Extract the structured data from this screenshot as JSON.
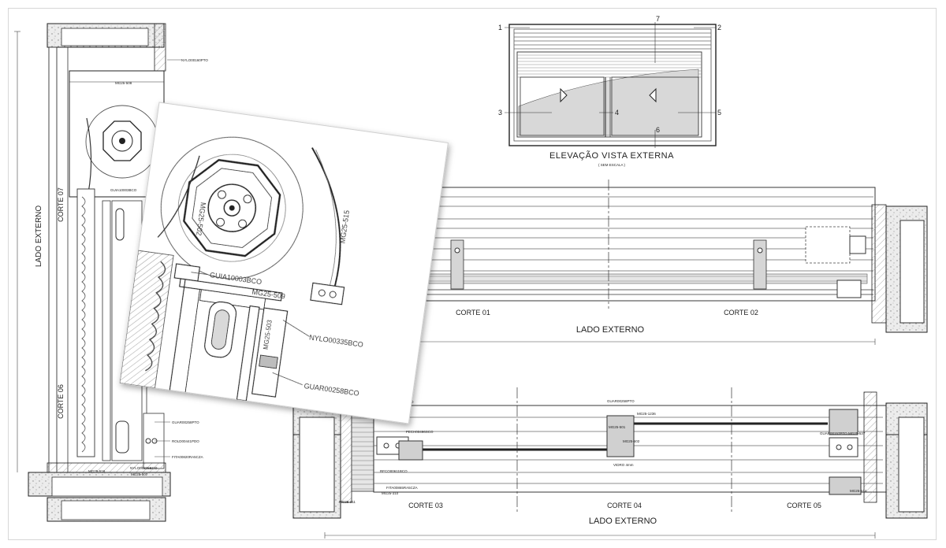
{
  "elevation": {
    "title": "ELEVAÇÃO VISTA EXTERNA",
    "scale": "( SEM ESCALA )",
    "callouts": [
      "1",
      "2",
      "3",
      "4",
      "5",
      "6",
      "7"
    ]
  },
  "left_section": {
    "side_label": "LADO EXTERNO",
    "corte_top": "CORTE 07",
    "corte_bottom": "CORTE 06",
    "labels": {
      "nylo_top": "NYLO00160PTO",
      "mg_508": "MG25-508",
      "guia": "GUIA10003BCO",
      "guar_pto": "GUAR00258PTO",
      "rold": "ROLD00441PDO",
      "fita": "FITA00820RA5CZA",
      "nylo_bot": "NYLO00335BCO",
      "mg_516": "MG25-516",
      "mg_507": "MG25-507"
    }
  },
  "detail_inset": {
    "labels": {
      "mg25_515": "MG25-515",
      "mg25_502": "MG25-502",
      "guia": "GUIA10003BCO",
      "mg25_509": "MG25-509",
      "nylo": "NYLO00335BCO",
      "mg25_503": "MG25-503",
      "guar": "GUAR00258BCO"
    }
  },
  "upper_plan": {
    "corte_left": "CORTE 01",
    "corte_right": "CORTE 02",
    "side_label": "LADO EXTERNO"
  },
  "lower_plan": {
    "corte_a": "CORTE 03",
    "corte_b": "CORTE 04",
    "corte_c": "CORTE 05",
    "side_label": "LADO EXTERNO",
    "labels": {
      "ra347": "RA-347",
      "nylo_ws": "NYLO00414SCO",
      "fech": "FECH00496SCO",
      "rfco": "RFCO00611BCO",
      "fita": "FITA00865RA5CZA",
      "mg_311": "MG25-311",
      "mg_310": "MG25-310",
      "guar_top": "GUAR00258PTO",
      "mg_1236": "MG25-1236",
      "mg_501": "MG25-501",
      "mg_502": "MG25-502",
      "vidro": "VIDRO 4mm",
      "guar_mid": "GUAR00157PTO",
      "mg_537": "MG25-537",
      "mg_514": "MG25-514"
    }
  }
}
